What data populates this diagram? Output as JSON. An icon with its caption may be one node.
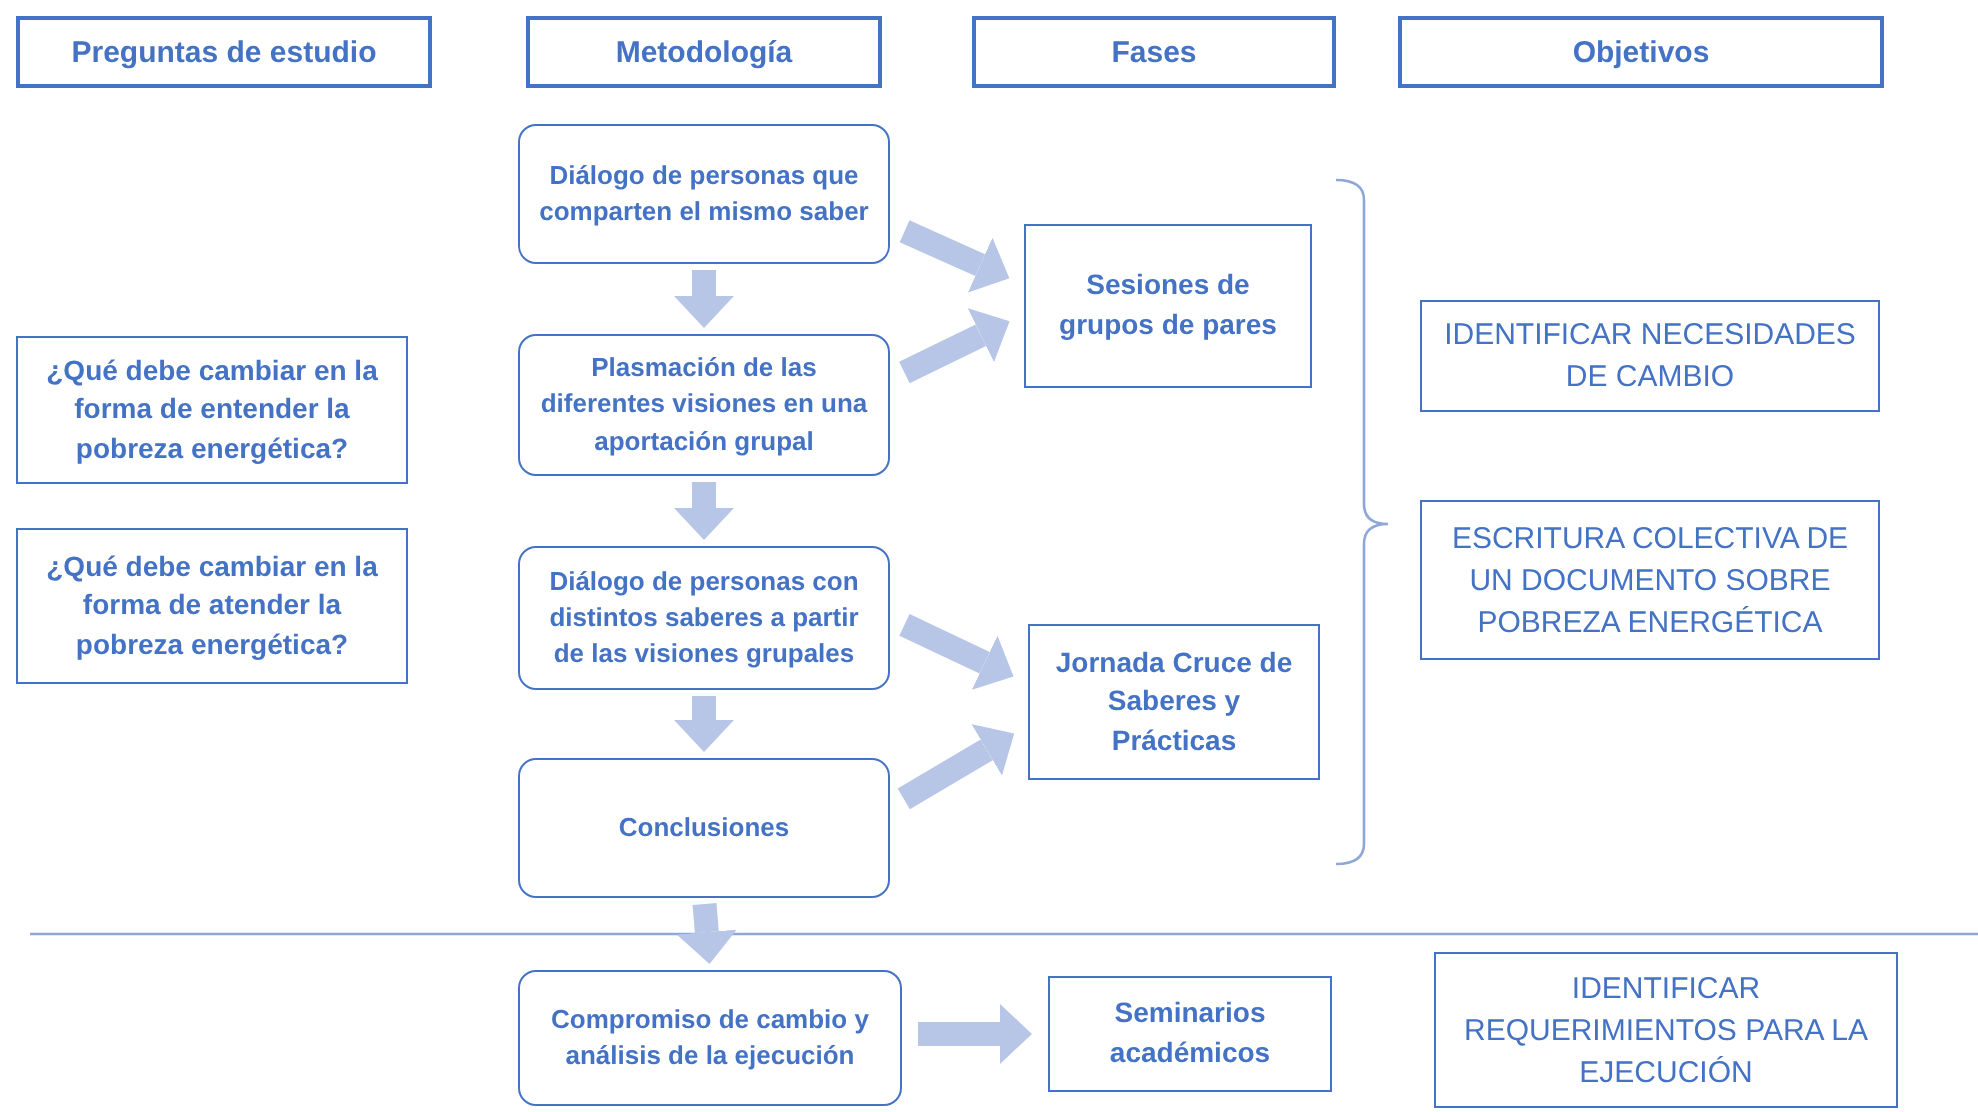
{
  "diagram": {
    "nodes": [
      {
        "text": [
          "Preguntas de estudio"
        ]
      },
      {
        "text": [
          "Metodología"
        ]
      },
      {
        "text": [
          "Fases"
        ]
      },
      {
        "text": [
          "Objetivos"
        ]
      },
      {
        "text": [
          "¿Qué debe cambiar en la forma de entender la pobreza energética?"
        ]
      },
      {
        "text": [
          "¿Qué debe cambiar en la forma de atender la pobreza energética?"
        ]
      },
      {
        "text": [
          "Diálogo de personas que comparten el mismo saber"
        ]
      },
      {
        "text": [
          "Plasmación de las diferentes visiones en una aportación grupal"
        ]
      },
      {
        "text": [
          "Diálogo de personas con distintos saberes a partir de las visiones grupales"
        ]
      },
      {
        "text": [
          "Conclusiones"
        ]
      },
      {
        "text": [
          "Compromiso de cambio y análisis de la ejecución"
        ]
      },
      {
        "text": [
          "Sesiones de grupos de pares"
        ]
      },
      {
        "text": [
          "Jornada Cruce de Saberes y Prácticas"
        ]
      },
      {
        "text": [
          "Seminarios académicos"
        ]
      },
      {
        "text": [
          "IDENTIFICAR NECESIDADES DE CAMBIO"
        ]
      },
      {
        "text": [
          "ESCRITURA COLECTIVA DE UN DOCUMENTO SOBRE POBREZA ENERGÉTICA"
        ]
      },
      {
        "text": [
          "IDENTIFICAR REQUERIMIENTOS PARA LA EJECUCIÓN"
        ]
      }
    ],
    "edges": [
      {
        "from": 6,
        "to": 7,
        "arrow": "to"
      },
      {
        "from": 7,
        "to": 8,
        "arrow": "to"
      },
      {
        "from": 8,
        "to": 9,
        "arrow": "to"
      },
      {
        "from": 9,
        "to": 10,
        "arrow": "to"
      },
      {
        "from": 6,
        "to": 11,
        "arrow": "to"
      },
      {
        "from": 7,
        "to": 11,
        "arrow": "to"
      },
      {
        "from": 8,
        "to": 12,
        "arrow": "to"
      },
      {
        "from": 9,
        "to": 12,
        "arrow": "to"
      },
      {
        "from": 10,
        "to": 13,
        "arrow": "to"
      }
    ]
  }
}
